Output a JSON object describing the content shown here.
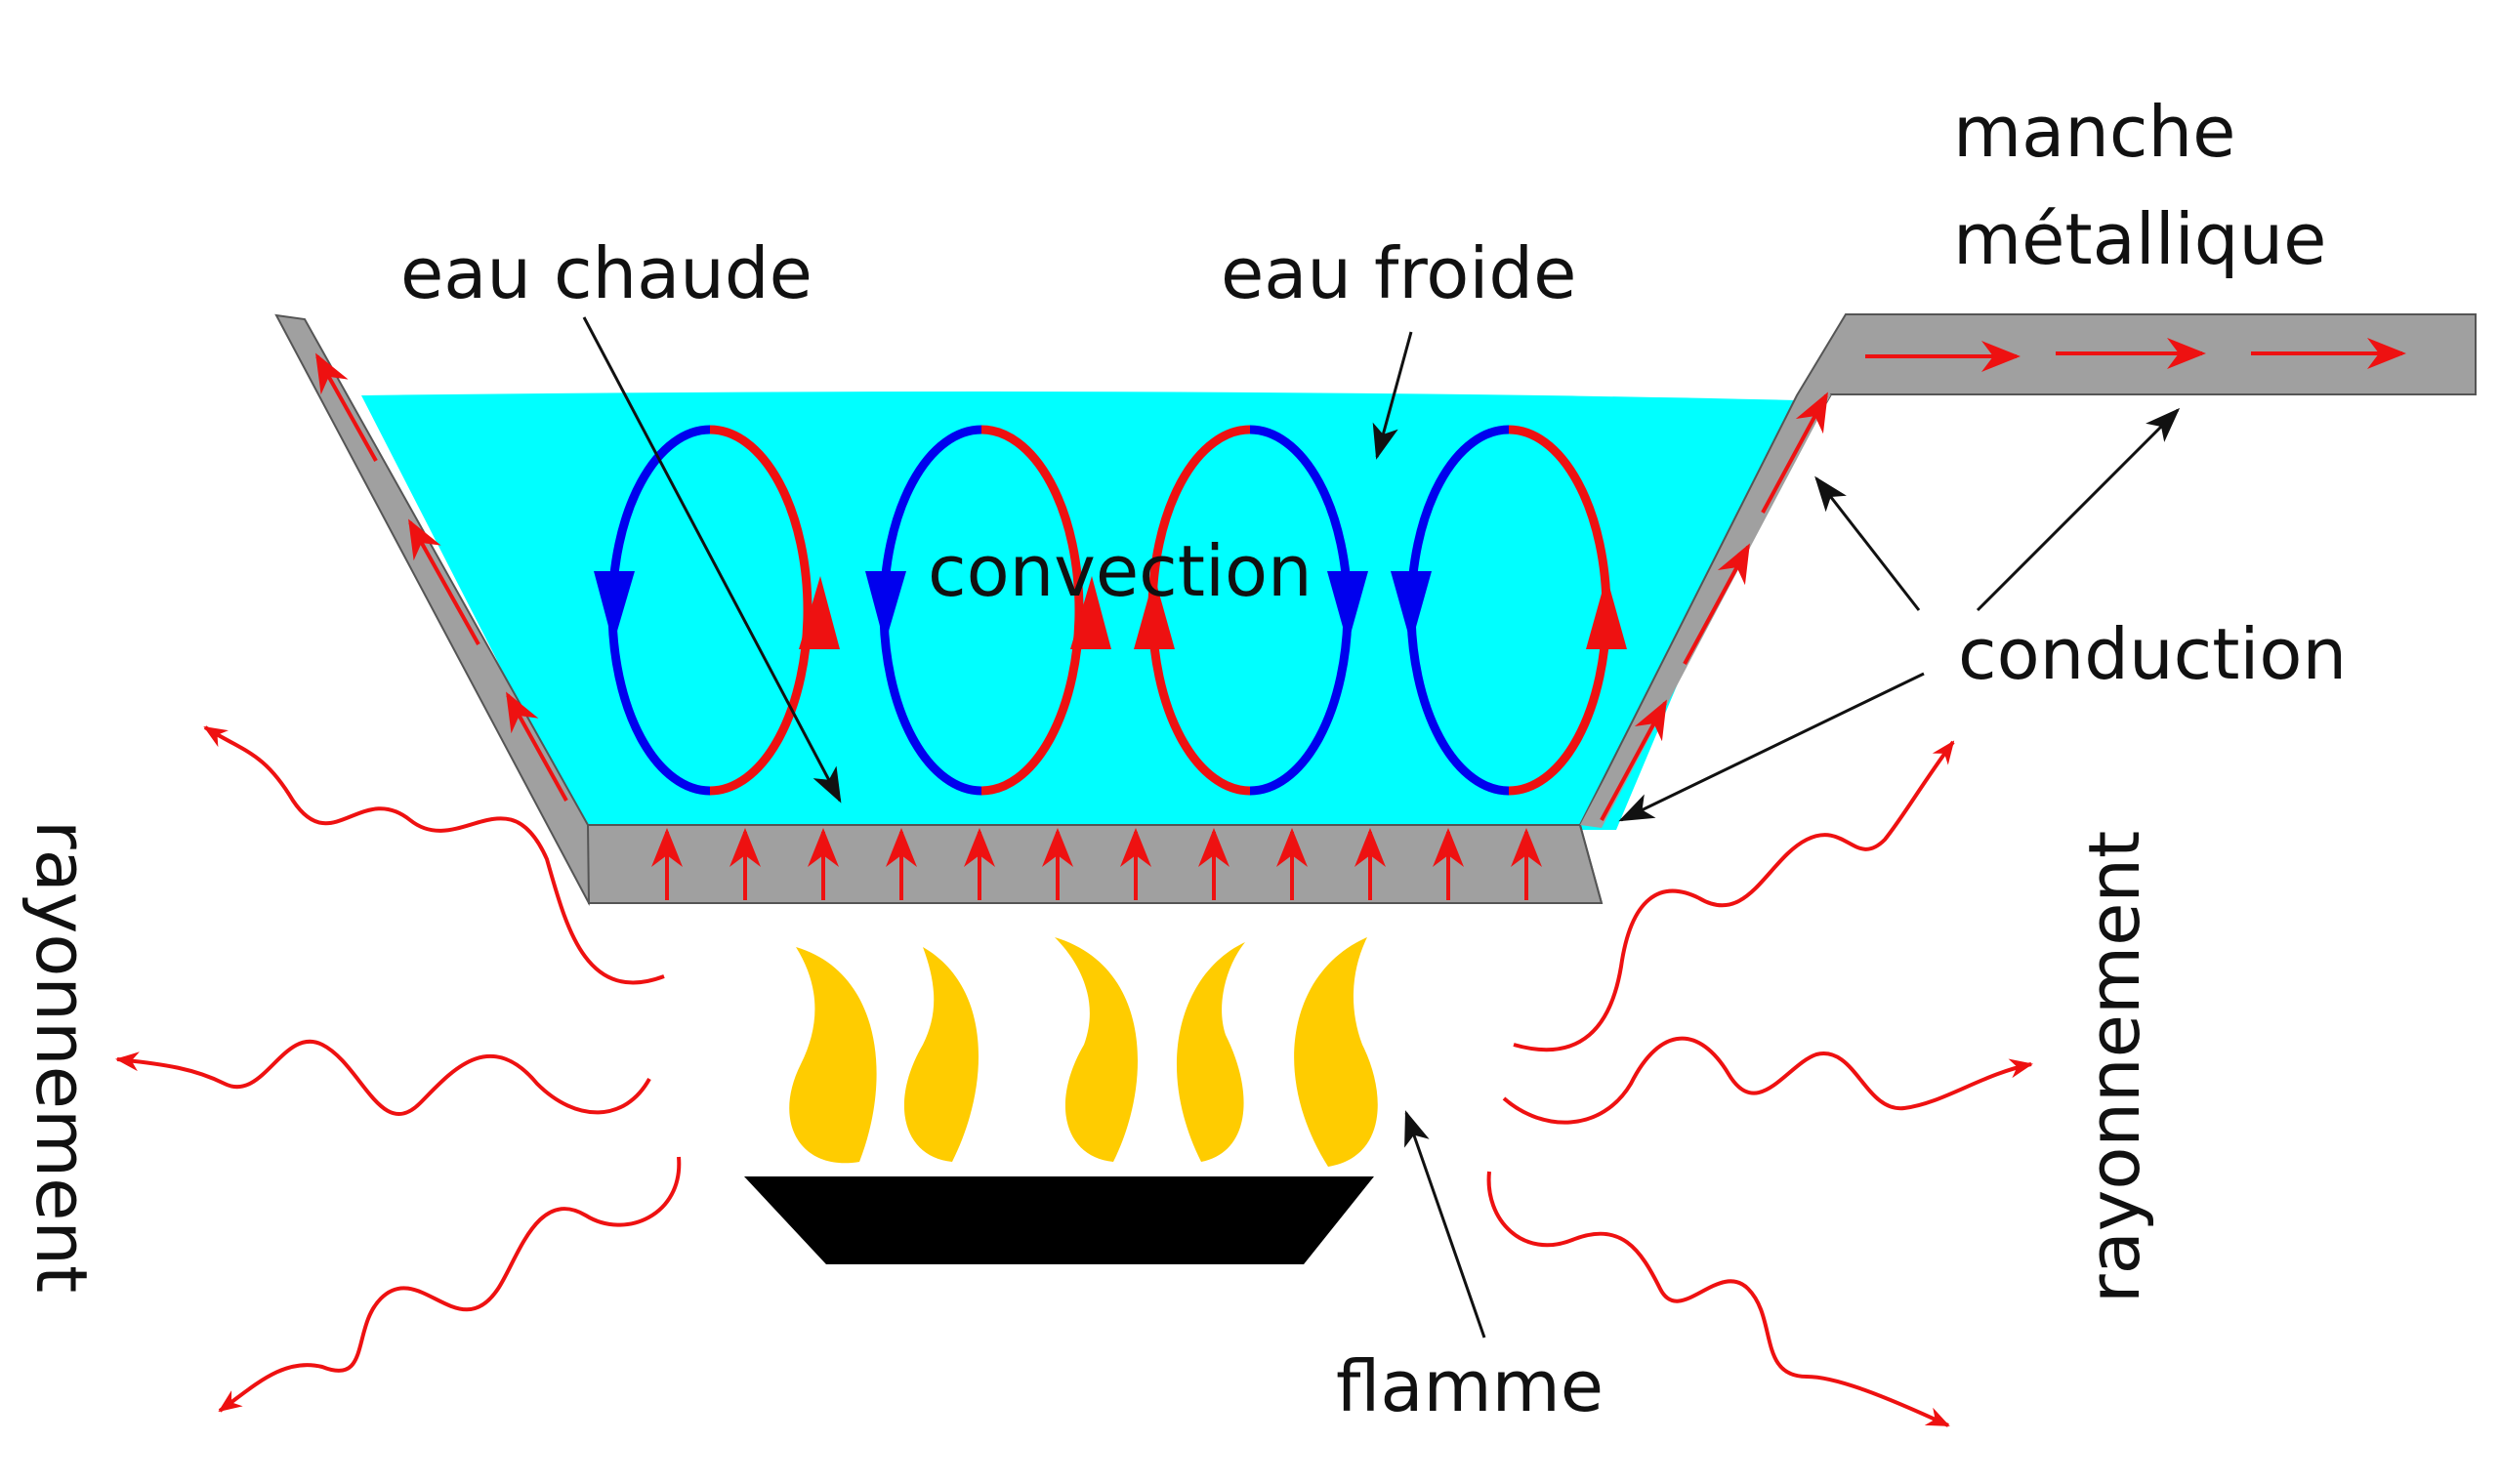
{
  "labels": {
    "hot_water": "eau chaude",
    "cold_water": "eau froide",
    "handle_line1": "manche",
    "handle_line2": "métallique",
    "convection": "convection",
    "conduction": "conduction",
    "flame": "flamme",
    "radiation_left": "rayonnement",
    "radiation_right": "rayonnement"
  },
  "colors": {
    "water": "#00ffff",
    "metal": "#a0a0a0",
    "hot": "#ee1111",
    "cold": "#0000ee",
    "flame": "#ffcc00",
    "burner": "#000000",
    "text": "#111111"
  },
  "icons": {
    "convection_cell": "circular-arrow-icon",
    "heat_flow": "arrow-icon",
    "radiation": "wavy-arrow-icon",
    "flame": "flame-icon",
    "burner": "burner-icon"
  }
}
